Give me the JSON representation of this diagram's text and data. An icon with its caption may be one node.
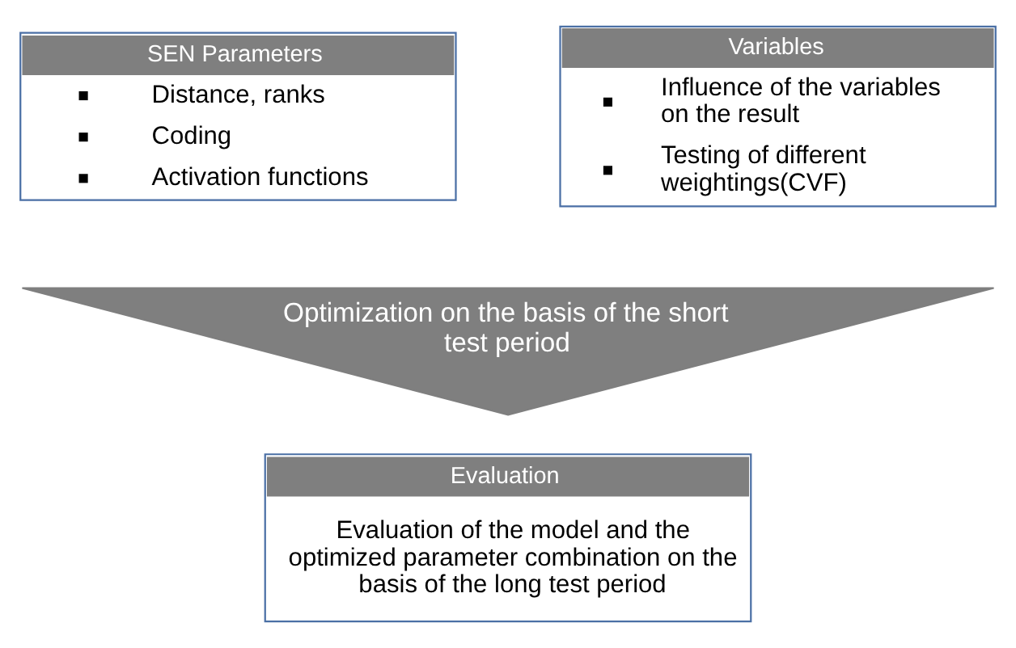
{
  "diagram": {
    "nodes": [
      {
        "text": [
          "SEN Parameters",
          "Distance, ranks",
          "Coding",
          "Activation functions"
        ]
      },
      {
        "text": [
          "Variables",
          "Influence of the variables on the result",
          "Testing of different weightings(CVF)"
        ]
      },
      {
        "text": [
          "Optimization on the basis of the short test period"
        ]
      },
      {
        "text": [
          "Evaluation",
          "Evaluation of the model and the optimized parameter combination on the basis of the long test period"
        ]
      }
    ]
  }
}
